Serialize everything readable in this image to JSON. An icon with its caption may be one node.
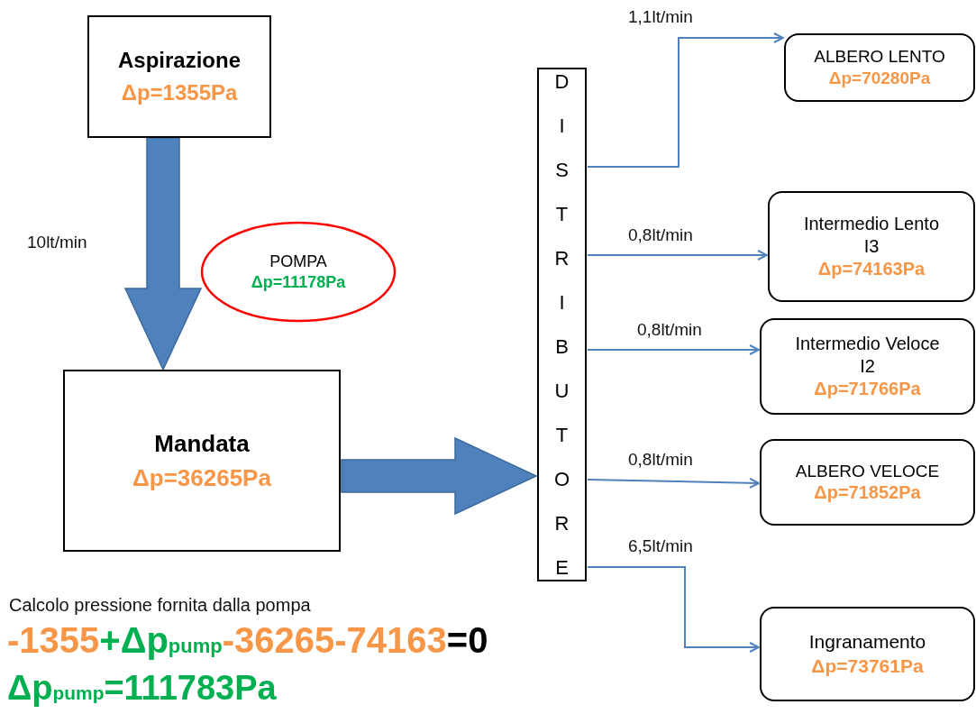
{
  "diagram": {
    "nodes": [
      {
        "text": [
          "Aspirazione",
          "Δp=1355Pa"
        ]
      },
      {
        "text": [
          "POMPA",
          "Δp=11178Pa"
        ]
      },
      {
        "text": [
          "Mandata",
          "Δp=36265Pa"
        ]
      },
      {
        "text": [
          "DISTRIBUTORE"
        ]
      },
      {
        "text": [
          "ALBERO LENTO",
          "Δp=70280Pa"
        ]
      },
      {
        "text": [
          "Intermedio Lento I3",
          "Δp=74163Pa"
        ]
      },
      {
        "text": [
          "Intermedio Veloce I2",
          "Δp=71766Pa"
        ]
      },
      {
        "text": [
          "ALBERO VELOCE",
          "Δp=71852Pa"
        ]
      },
      {
        "text": [
          "Ingranamento",
          "Δp=73761Pa"
        ]
      }
    ],
    "edges": [
      {
        "from": 0,
        "to": 2,
        "arrow": "to",
        "label": "10lt/min",
        "style": "thick"
      },
      {
        "from": 2,
        "to": 3,
        "arrow": "to",
        "style": "thick"
      },
      {
        "from": 3,
        "to": 4,
        "arrow": "to",
        "label": "1,1lt/min"
      },
      {
        "from": 3,
        "to": 5,
        "arrow": "to",
        "label": "0,8lt/min"
      },
      {
        "from": 3,
        "to": 6,
        "arrow": "to",
        "label": "0,8lt/min"
      },
      {
        "from": 3,
        "to": 7,
        "arrow": "to",
        "label": "0,8lt/min"
      },
      {
        "from": 3,
        "to": 8,
        "arrow": "to",
        "label": "6,5lt/min"
      }
    ],
    "labels": [
      "Calcolo pressione fornita dalla pompa",
      "-1355",
      "+Δp$_{pump}$",
      "-36265-74163",
      "=0",
      "Δp$_{pump}$=111783Pa"
    ]
  }
}
